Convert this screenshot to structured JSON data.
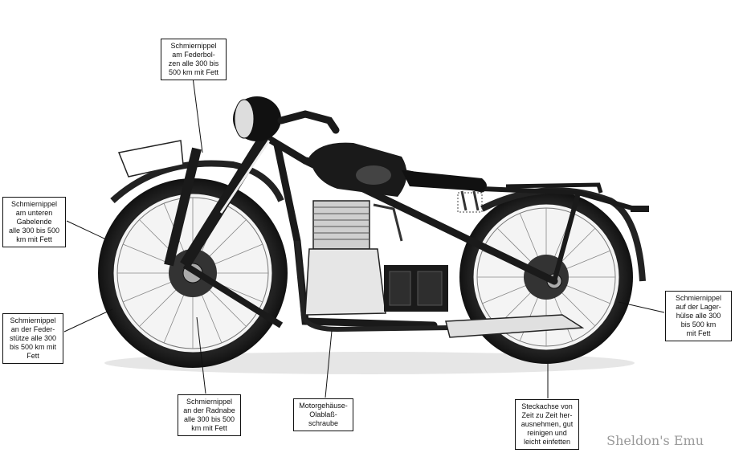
{
  "callouts": {
    "top": "Schmiernippel\nam Federbol-\nzen alle 300 bis\n500 km mit Fett",
    "left_upper": "Schmiernippel\nam unteren\nGabelende\nalle 300 bis 500\nkm mit Fett",
    "left_lower": "Schmiernippel\nan der Feder-\nstütze alle 300\nbis 500 km mit\nFett",
    "bottom_left": "Schmiernippel\nan der Radnabe\nalle 300 bis 500\nkm mit Fett",
    "bottom_center": "Motorgehäuse-\nOlablaß-\nschraube",
    "bottom_right": "Steckachse von\nZeit zu Zeit her-\nausnehmen, gut\nreinigen und\nleicht einfetten",
    "right": "Schmiernippel\nauf der Lager-\nhülse alle 300\nbis 500 km\nmit Fett"
  },
  "watermark": "Sheldon's Emu",
  "colors": {
    "ink": "#111111",
    "mid": "#555555",
    "light": "#bbbbbb",
    "bg": "#ffffff"
  }
}
